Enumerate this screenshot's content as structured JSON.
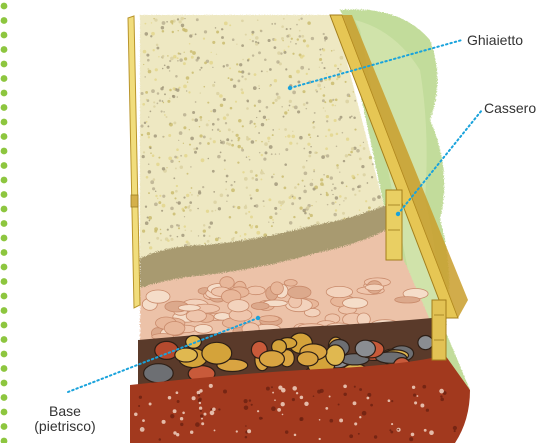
{
  "labels": {
    "ghiaietto": "Ghiaietto",
    "cassero": "Cassero",
    "base_line1": "Base",
    "base_line2": "(pietrisco)"
  },
  "colors": {
    "dot_border": "#8dc63f",
    "leader_line": "#1aa3dc",
    "text": "#333333",
    "grass": "#b8d68a",
    "gravel_fine": "#f2eed8",
    "gravel_band": "#a89a70",
    "crushed_stone": "#ecc2a8",
    "soil": "#a2391e",
    "wood": "#e6c654"
  },
  "decoration": {
    "left_border": "green-dotted-border"
  }
}
